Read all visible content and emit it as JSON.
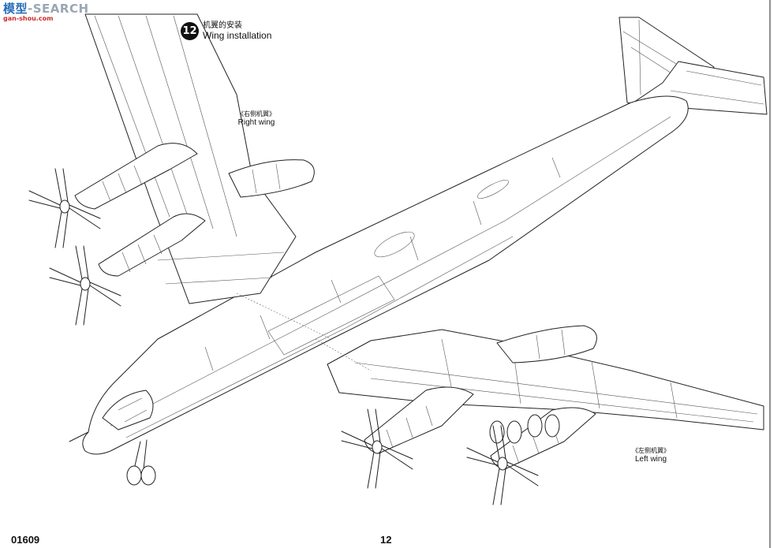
{
  "watermark": {
    "brand_cn": "模型",
    "brand_en": "-SEARCH",
    "url": "gan-shou.com"
  },
  "step": {
    "number": "12",
    "title_cn": "机翼的安装",
    "title_en": "Wing installation"
  },
  "labels": {
    "right_wing_cn": "《右侧机翼》",
    "right_wing_en": "Right wing",
    "left_wing_cn": "《左侧机翼》",
    "left_wing_en": "Left wing"
  },
  "footer": {
    "kit_code": "01609",
    "page_number": "12"
  },
  "colors": {
    "line": "#222222",
    "paper": "#ffffff"
  }
}
